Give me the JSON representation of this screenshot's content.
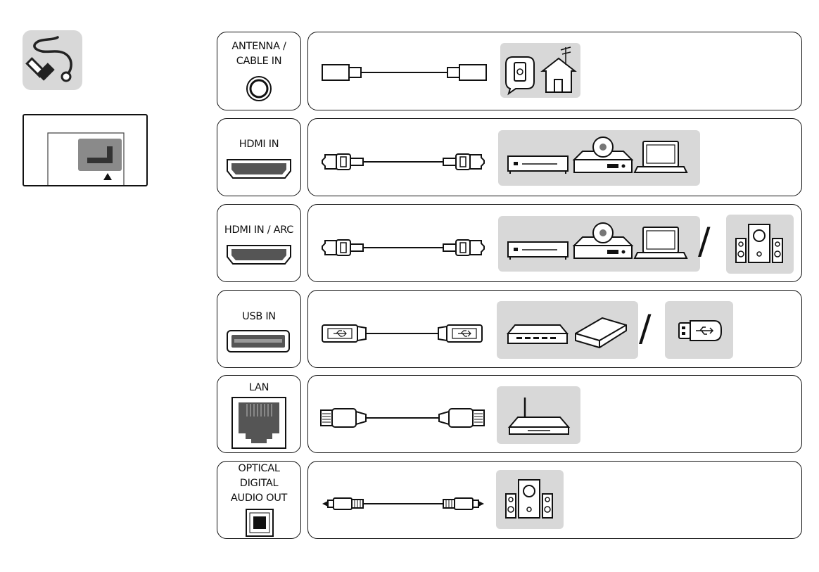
{
  "ports": [
    {
      "id": "antenna",
      "label_lines": [
        "ANTENNA /",
        "CABLE IN"
      ]
    },
    {
      "id": "hdmi",
      "label_lines": [
        "HDMI IN"
      ]
    },
    {
      "id": "hdmi_arc",
      "label_lines": [
        "HDMI IN / ARC"
      ]
    },
    {
      "id": "usb",
      "label_lines": [
        "USB IN"
      ]
    },
    {
      "id": "lan",
      "label_lines": [
        "LAN"
      ]
    },
    {
      "id": "optical",
      "label_lines": [
        "OPTICAL",
        "DIGITAL",
        "AUDIO OUT"
      ]
    }
  ],
  "separator": "/",
  "icons": {
    "cable_plug": "cable-plug-icon",
    "rear_panel": "rear-panel-icon",
    "coax_cable": "coaxial-cable-icon",
    "antenna_house": "antenna-house-icon",
    "hdmi_cable": "hdmi-cable-icon",
    "set_top_box": "set-top-box-icon",
    "disc_player": "disc-player-icon",
    "laptop": "laptop-icon",
    "speakers": "speaker-system-icon",
    "usb_cable": "usb-cable-icon",
    "usb_hub": "usb-hub-icon",
    "hard_drive": "hard-drive-icon",
    "usb_stick": "usb-stick-icon",
    "lan_cable": "lan-cable-icon",
    "router": "router-icon",
    "optical_cable": "optical-cable-icon"
  }
}
